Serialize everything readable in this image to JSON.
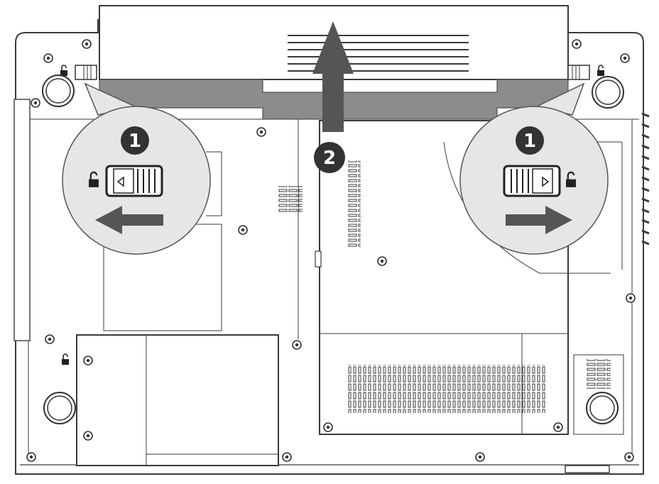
{
  "steps": {
    "left_callout_number": "1",
    "right_callout_number": "1",
    "lift_number": "2"
  },
  "icons": {
    "left_latch_lock": "padlock-icon",
    "right_latch_lock": "padlock-icon",
    "hdd_cover_lock": "padlock-icon",
    "left_slide_arrow": "arrow-left-icon",
    "right_slide_arrow": "arrow-right-icon",
    "lift_arrow": "arrow-up-icon"
  },
  "colors": {
    "outline": "#3a3a3a",
    "battery_band": "#8c8c8c",
    "callout_fill": "#e6e6e6",
    "badge_fill": "#333333",
    "arrow_fill": "#555555"
  }
}
